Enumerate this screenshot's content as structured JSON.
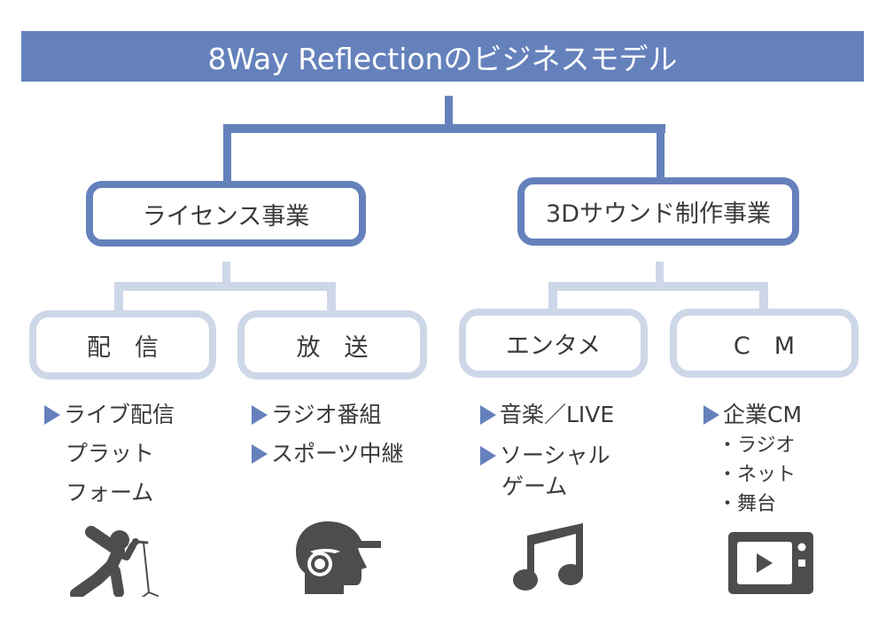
{
  "title": "8Way Reflectionのビジネスモデル",
  "colors": {
    "primary": "#6581BC",
    "secondary": "#CED7E8",
    "text": "#3a3a3a",
    "icon": "#4d4d4d"
  },
  "level2": [
    {
      "label": "ライセンス事業"
    },
    {
      "label": "3Dサウンド制作事業"
    }
  ],
  "level3": [
    {
      "label": "配　信",
      "items": [
        {
          "bullet": true,
          "text": "ライブ配信"
        },
        {
          "bullet": false,
          "text": "プラット"
        },
        {
          "bullet": false,
          "text": "フォーム"
        }
      ],
      "icon": "singer-with-microphone-icon"
    },
    {
      "label": "放　送",
      "items": [
        {
          "bullet": true,
          "text": "ラジオ番組"
        },
        {
          "bullet": true,
          "text": "スポーツ中継"
        }
      ],
      "icon": "commentator-headset-icon"
    },
    {
      "label": "エンタメ",
      "items": [
        {
          "bullet": true,
          "text": "音楽／LIVE"
        },
        {
          "bullet": true,
          "text": "ソーシャル"
        },
        {
          "bullet": false,
          "text": "ゲーム"
        }
      ],
      "icon": "music-note-icon"
    },
    {
      "label": "C　M",
      "items": [
        {
          "bullet": true,
          "text": "企業CM"
        }
      ],
      "subitems": [
        "・ラジオ",
        "・ネット",
        "・舞台"
      ],
      "icon": "tv-play-icon"
    }
  ]
}
